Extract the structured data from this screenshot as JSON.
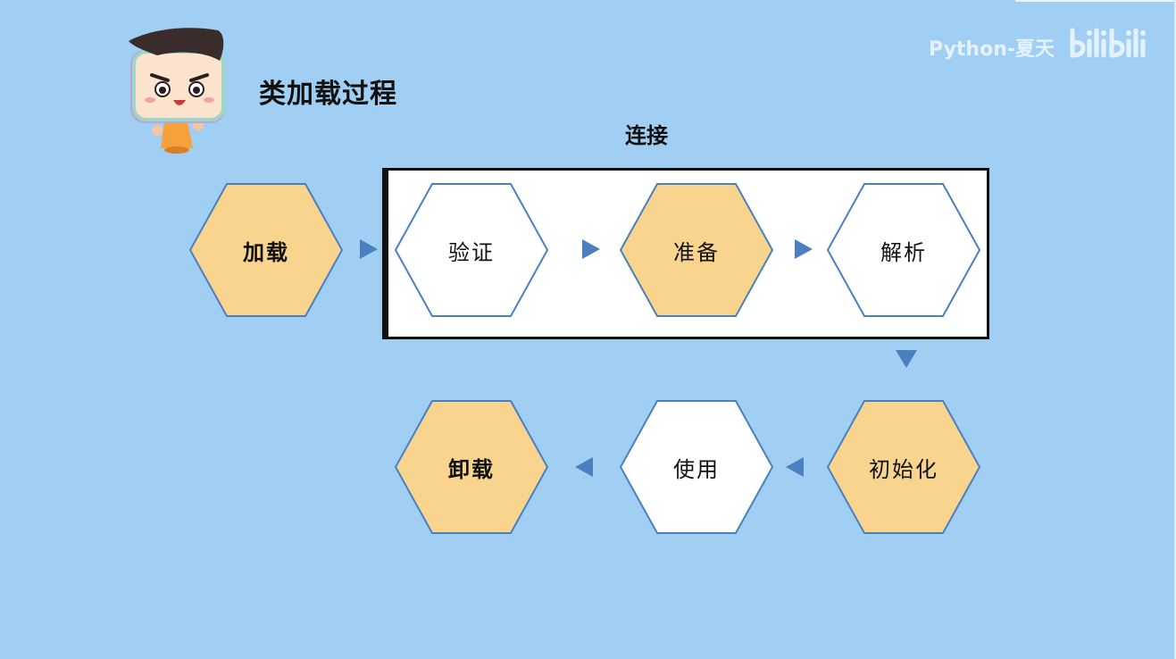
{
  "title": "类加载过程",
  "watermark": {
    "author": "Python-夏天",
    "site": "bilibili"
  },
  "group_label": "连接",
  "nodes": {
    "load": "加载",
    "verify": "验证",
    "prepare": "准备",
    "resolve": "解析",
    "initialize": "初始化",
    "use": "使用",
    "unload": "卸载"
  },
  "colors": {
    "background": "#a0cff3",
    "hex_filled": "#f8d48f",
    "hex_empty": "#ffffff",
    "hex_stroke": "#4a80c0",
    "arrow": "#4a80c0"
  }
}
